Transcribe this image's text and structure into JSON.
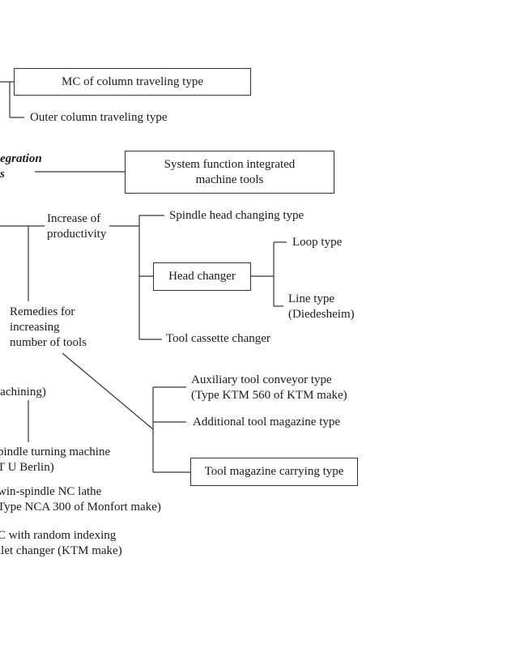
{
  "nodes": {
    "mc_column_traveling": "MC of column traveling type",
    "outer_column_traveling": "Outer column traveling type",
    "integration_heading": [
      "egration",
      "s"
    ],
    "system_function": [
      "System function integrated",
      "machine tools"
    ],
    "increase_productivity": [
      "Increase of",
      "productivity"
    ],
    "spindle_head_changing": "Spindle head changing type",
    "head_changer": "Head changer",
    "loop_type": "Loop type",
    "line_type": [
      "Line type",
      "(Diedesheim)"
    ],
    "tool_cassette_changer": "Tool cassette changer",
    "remedies_tools": [
      "Remedies for",
      "increasing",
      "number of tools"
    ],
    "auxiliary_conveyor": [
      "Auxiliary tool conveyor type",
      "(Type KTM 560 of KTM make)"
    ],
    "additional_magazine": "Additional tool magazine type",
    "tool_magazine_carrying": "Tool magazine carrying type",
    "machining": "lachining)",
    "spindle_turning": [
      "pindle turning machine",
      "T U Berlin)"
    ],
    "twin_spindle": [
      "win-spindle NC lathe",
      "Type NCA 300 of Monfort make)"
    ],
    "random_indexing": [
      "C with random indexing",
      "llet changer (KTM make)"
    ]
  },
  "colors": {
    "line": "#333333",
    "text": "#1a1a1a"
  }
}
